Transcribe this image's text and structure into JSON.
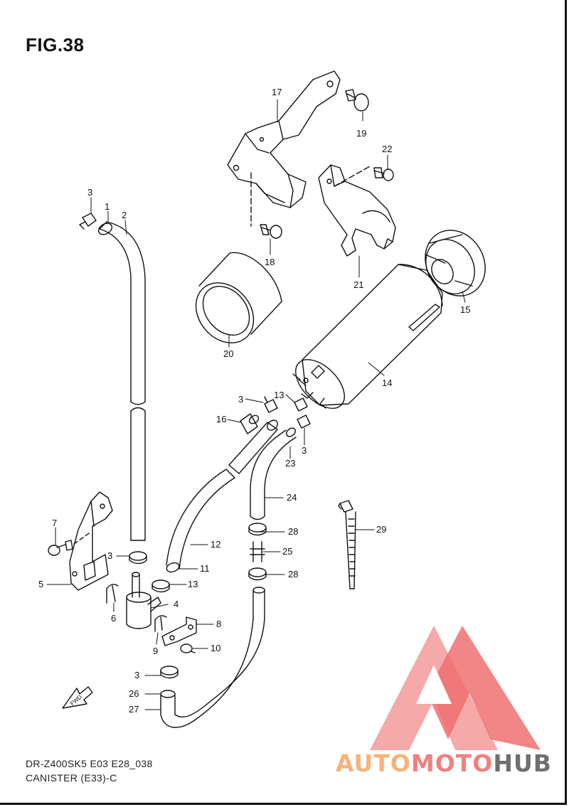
{
  "figure": {
    "title": "FIG.38"
  },
  "footer": {
    "model_code": "DR-Z400SK5 E03 E28_038",
    "section_name": "CANISTER (E33)-C"
  },
  "direction_marker": "FWD",
  "watermark": {
    "brand_part1": "AUTO",
    "brand_part2": "MOTO",
    "brand_part3": "HUB",
    "colors": {
      "auto": "#f7b37a",
      "moto": "#f08080",
      "hub": "#6f6f6f",
      "logo": "#f07070"
    }
  },
  "callouts": [
    {
      "id": "c1",
      "label": "1"
    },
    {
      "id": "c2",
      "label": "2"
    },
    {
      "id": "c3a",
      "label": "3"
    },
    {
      "id": "c3b",
      "label": "3"
    },
    {
      "id": "c3c",
      "label": "3"
    },
    {
      "id": "c3d",
      "label": "3"
    },
    {
      "id": "c3e",
      "label": "3"
    },
    {
      "id": "c4",
      "label": "4"
    },
    {
      "id": "c5",
      "label": "5"
    },
    {
      "id": "c6",
      "label": "6"
    },
    {
      "id": "c7",
      "label": "7"
    },
    {
      "id": "c8",
      "label": "8"
    },
    {
      "id": "c9",
      "label": "9"
    },
    {
      "id": "c10",
      "label": "10"
    },
    {
      "id": "c11",
      "label": "11"
    },
    {
      "id": "c12",
      "label": "12"
    },
    {
      "id": "c13a",
      "label": "13"
    },
    {
      "id": "c13b",
      "label": "13"
    },
    {
      "id": "c14",
      "label": "14"
    },
    {
      "id": "c15",
      "label": "15"
    },
    {
      "id": "c16",
      "label": "16"
    },
    {
      "id": "c17",
      "label": "17"
    },
    {
      "id": "c18",
      "label": "18"
    },
    {
      "id": "c19",
      "label": "19"
    },
    {
      "id": "c20",
      "label": "20"
    },
    {
      "id": "c21",
      "label": "21"
    },
    {
      "id": "c22",
      "label": "22"
    },
    {
      "id": "c23",
      "label": "23"
    },
    {
      "id": "c24",
      "label": "24"
    },
    {
      "id": "c25",
      "label": "25"
    },
    {
      "id": "c26",
      "label": "26"
    },
    {
      "id": "c27",
      "label": "27"
    },
    {
      "id": "c28a",
      "label": "28"
    },
    {
      "id": "c28b",
      "label": "28"
    },
    {
      "id": "c29",
      "label": "29"
    }
  ]
}
